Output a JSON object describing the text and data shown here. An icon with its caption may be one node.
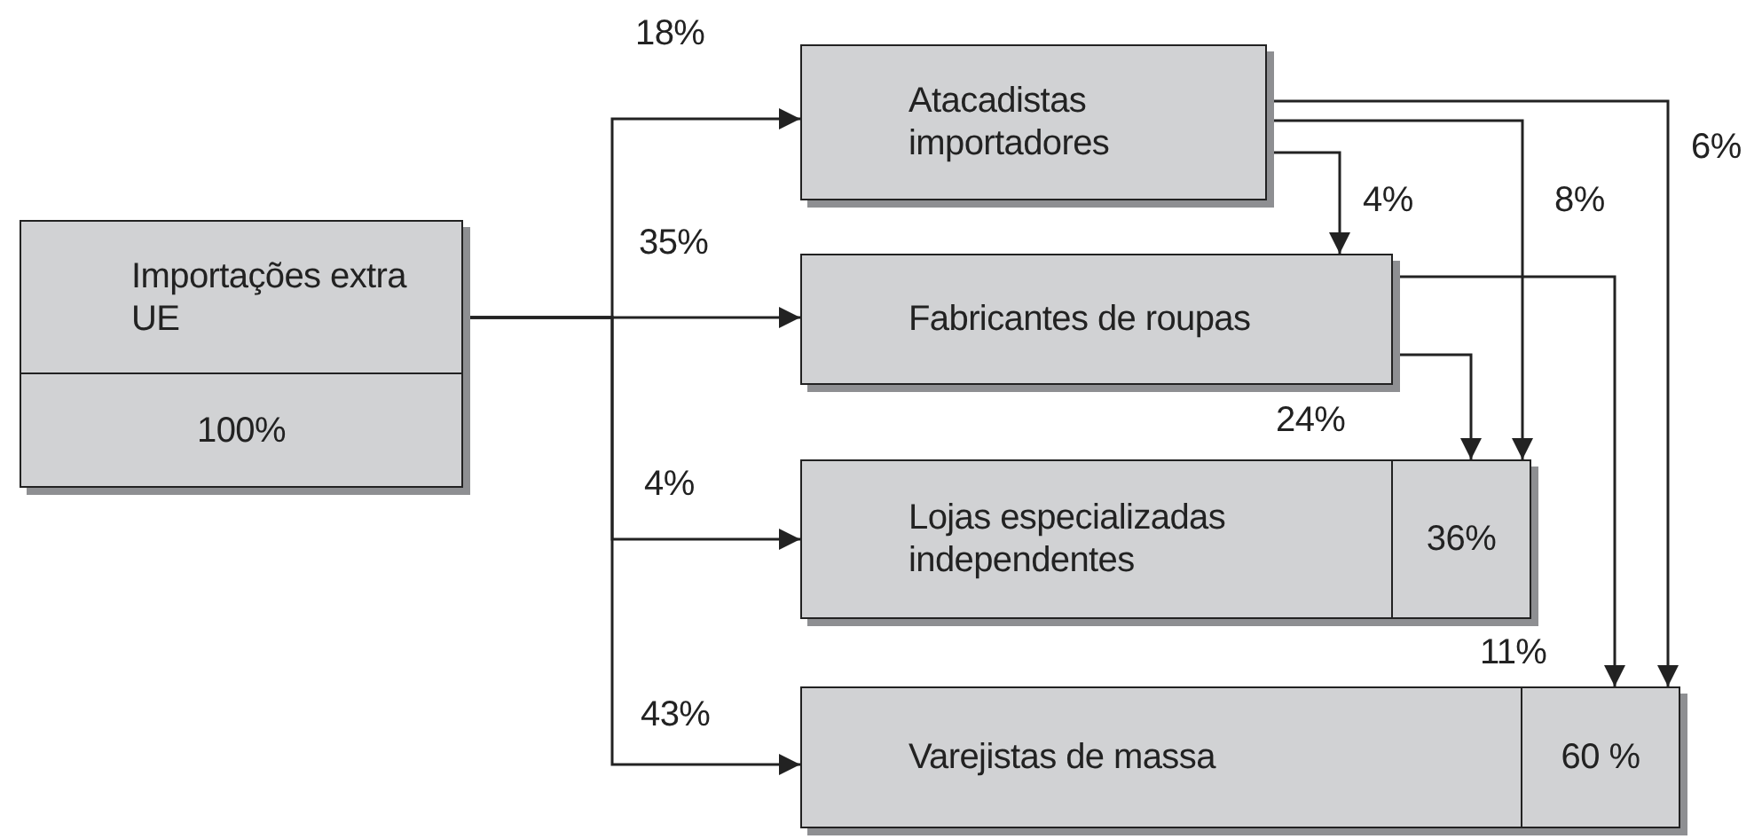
{
  "diagram": {
    "nodes": [
      {
        "text": [
          "Importações extra UE",
          "100%"
        ]
      },
      {
        "text": [
          "Atacadistas importadores"
        ]
      },
      {
        "text": [
          "Fabricantes de roupas"
        ]
      },
      {
        "text": [
          "Lojas especializadas independentes",
          "36%"
        ]
      },
      {
        "text": [
          "Varejistas de massa",
          "60 %"
        ]
      }
    ],
    "edges": [
      {
        "from": 0,
        "to": 1,
        "arrow": "to",
        "label": "18%"
      },
      {
        "from": 0,
        "to": 2,
        "arrow": "to",
        "label": "35%"
      },
      {
        "from": 0,
        "to": 3,
        "arrow": "to",
        "label": "4%"
      },
      {
        "from": 0,
        "to": 4,
        "arrow": "to",
        "label": "43%"
      },
      {
        "from": 1,
        "to": 4,
        "arrow": "to",
        "label": "6%"
      },
      {
        "from": 1,
        "to": 3,
        "arrow": "to",
        "label": "8%"
      },
      {
        "from": 1,
        "to": 2,
        "arrow": "to",
        "label": "4%"
      },
      {
        "from": 2,
        "to": 4,
        "arrow": "to",
        "label": "11%"
      },
      {
        "from": 2,
        "to": 3,
        "arrow": "to",
        "label": "24%"
      }
    ]
  }
}
